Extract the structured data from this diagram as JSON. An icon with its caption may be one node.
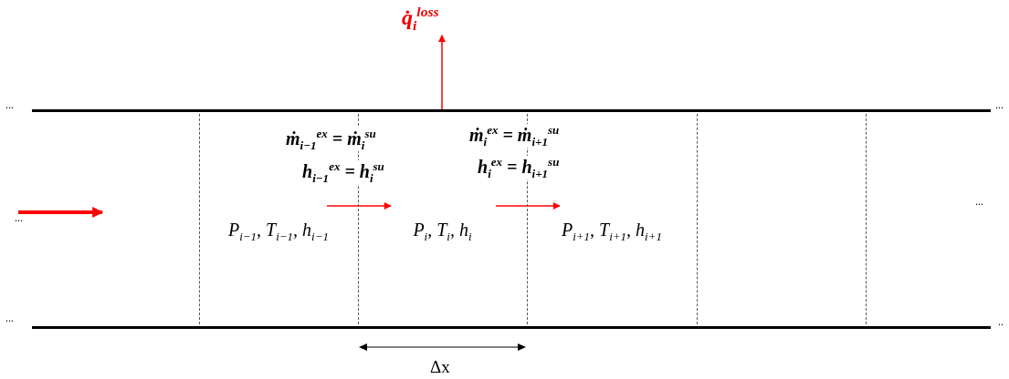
{
  "diagram": {
    "nodes": [
      {
        "text": [],
        "shape": "box"
      },
      {
        "text": [
          "P$_{i−1}$, T$_{i−1}$, h$_{i−1}$"
        ]
      },
      {
        "text": [
          "P$_{i}$, T$_{i}$, h$_{i}$"
        ]
      },
      {
        "text": [
          "P$_{i+1}$, T$_{i+1}$, h$_{i+1}$"
        ]
      },
      {
        "text": [],
        "shape": "box"
      },
      {
        "text": [],
        "shape": "box"
      },
      {
        "text": [
          "q̇$_{i}$$^{loss}$"
        ]
      }
    ],
    "edges": [
      {
        "from": 2,
        "to": 6,
        "arrow": "to",
        "color": "#ff0000"
      },
      {
        "from": 1,
        "to": 2,
        "arrow": "to",
        "color": "#ff0000"
      },
      {
        "from": 2,
        "to": 3,
        "arrow": "to",
        "color": "#ff0000"
      }
    ],
    "labels": [
      "...",
      "...",
      "ṁ$_{i−1}$$^{ex}$ = ṁ$_{i}$$^{su}$",
      "ṁ$_{i}$$^{ex}$ = ṁ$_{i+1}$$^{su}$",
      "h$_{i−1}$$^{ex}$ = h$_{i}$$^{su}$",
      "h$_{i}$$^{ex}$ = h$_{i+1}$$^{su}$",
      "...",
      "...",
      "...",
      "..",
      "Δx"
    ]
  }
}
